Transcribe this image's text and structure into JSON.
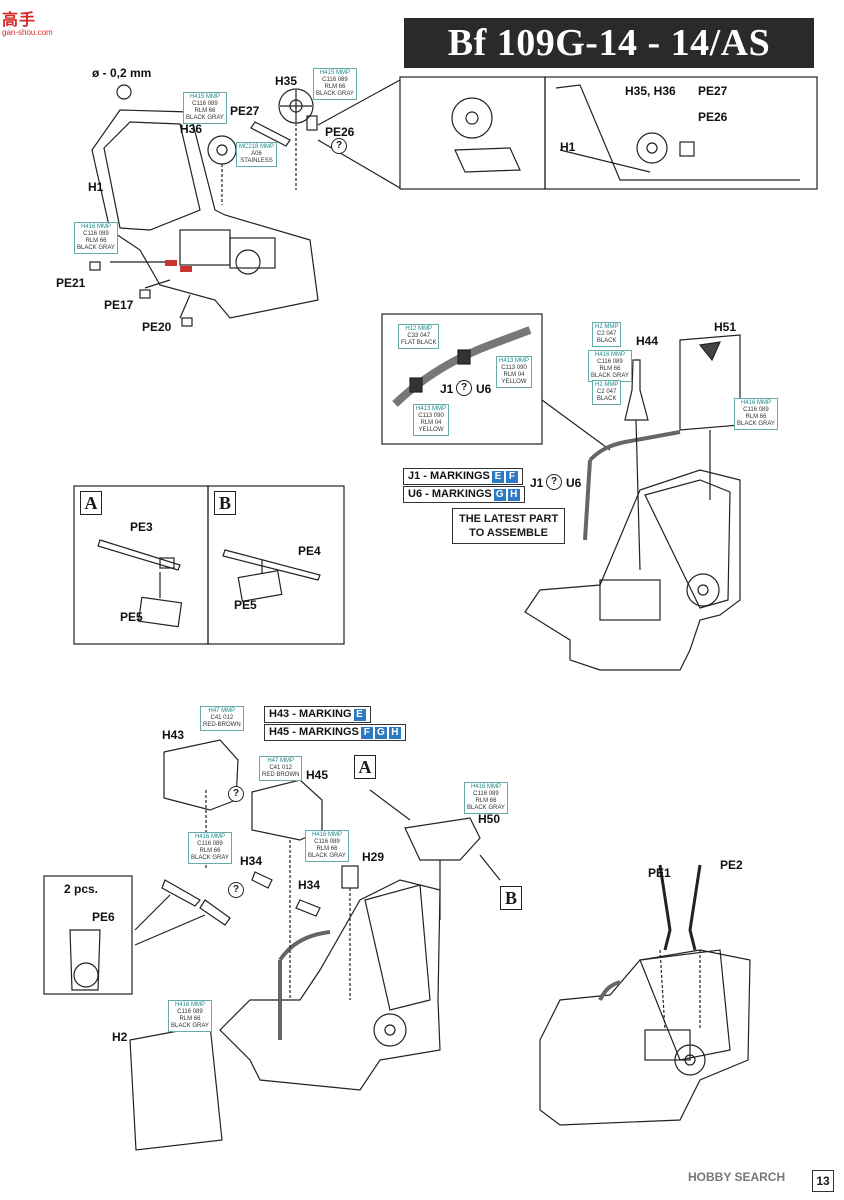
{
  "watermark": {
    "top": "高手",
    "bottom": "gan-shou.com"
  },
  "title": "Bf 109G-14 - 14/AS",
  "drill_note": "ø - 0,2 mm",
  "parts": {
    "h1": "H1",
    "h2": "H2",
    "h29": "H29",
    "h34a": "H34",
    "h34b": "H34",
    "h35": "H35",
    "h36": "H36",
    "h35h36": "H35, H36",
    "h1b": "H1",
    "h43": "H43",
    "h44": "H44",
    "h45": "H45",
    "h50": "H50",
    "h51": "H51",
    "pe1": "PE1",
    "pe2": "PE2",
    "pe3": "PE3",
    "pe4": "PE4",
    "pe5a": "PE5",
    "pe5b": "PE5",
    "pe6": "PE6",
    "pe17": "PE17",
    "pe20": "PE20",
    "pe21": "PE21",
    "pe26": "PE26",
    "pe26b": "PE26",
    "pe27": "PE27",
    "pe27b": "PE27",
    "j1u6": "J1",
    "j1u6b": "U6",
    "j1u6c": "J1",
    "j1u6d": "U6",
    "two_pcs": "2 pcs."
  },
  "paints": [
    {
      "id": "p1",
      "l1": "H415 MMP",
      "l2": "C116 089",
      "l3": "RLM 66",
      "l4": "BLACK GRAY"
    },
    {
      "id": "p2",
      "l1": "H415 MMP",
      "l2": "C116 089",
      "l3": "RLM 66",
      "l4": "BLACK GRAY"
    },
    {
      "id": "p3",
      "l1": "MC218 MMP",
      "l2": "A06",
      "l3": "",
      "l4": "STAINLESS"
    },
    {
      "id": "p4",
      "l1": "H416 MMP",
      "l2": "C116 089",
      "l3": "RLM 66",
      "l4": "BLACK GRAY"
    },
    {
      "id": "p5",
      "l1": "H12 MMP",
      "l2": "C33 047",
      "l3": "",
      "l4": "FLAT BLACK"
    },
    {
      "id": "p6",
      "l1": "H413 MMP",
      "l2": "C113 090",
      "l3": "RLM 04",
      "l4": "YELLOW"
    },
    {
      "id": "p7",
      "l1": "H413 MMP",
      "l2": "C113 090",
      "l3": "RLM 04",
      "l4": "YELLOW"
    },
    {
      "id": "p8",
      "l1": "H2 MMP",
      "l2": "C2 047",
      "l3": "",
      "l4": "BLACK"
    },
    {
      "id": "p9",
      "l1": "H416 MMP",
      "l2": "C116 089",
      "l3": "RLM 66",
      "l4": "BLACK GRAY"
    },
    {
      "id": "p10",
      "l1": "H2 MMP",
      "l2": "C2 047",
      "l3": "",
      "l4": "BLACK"
    },
    {
      "id": "p11",
      "l1": "H416 MMP",
      "l2": "C116 089",
      "l3": "RLM 66",
      "l4": "BLACK GRAY"
    },
    {
      "id": "p12",
      "l1": "H47 MMP",
      "l2": "C41 012",
      "l3": "",
      "l4": "RED-BROWN"
    },
    {
      "id": "p13",
      "l1": "H47 MMP",
      "l2": "C41 012",
      "l3": "",
      "l4": "RED BROWN"
    },
    {
      "id": "p14",
      "l1": "H416 MMP",
      "l2": "C116 089",
      "l3": "RLM 66",
      "l4": "BLACK GRAY"
    },
    {
      "id": "p15",
      "l1": "H416 MMP",
      "l2": "C116 089",
      "l3": "RLM 66",
      "l4": "BLACK GRAY"
    },
    {
      "id": "p16",
      "l1": "H416 MMP",
      "l2": "C116 089",
      "l3": "RLM 66",
      "l4": "BLACK GRAY"
    },
    {
      "id": "p17",
      "l1": "H416 MMP",
      "l2": "C116 089",
      "l3": "RLM 66",
      "l4": "BLACK GRAY"
    }
  ],
  "markings": {
    "j1": "J1 - MARKINGS",
    "j1_codes": [
      "E",
      "F"
    ],
    "u6": "U6 - MARKINGS",
    "u6_codes": [
      "G",
      "H"
    ],
    "h43": "H43 - MARKING",
    "h43_codes": [
      "E"
    ],
    "h45": "H45 - MARKINGS",
    "h45_codes": [
      "F",
      "G",
      "H"
    ]
  },
  "latest_note": {
    "line1": "THE LATEST PART",
    "line2": "TO ASSEMBLE"
  },
  "options": {
    "a": "A",
    "b": "B",
    "a2": "A",
    "b2": "B"
  },
  "question": "?",
  "footer": {
    "brand": "HOBBY SEARCH",
    "page": "13"
  }
}
